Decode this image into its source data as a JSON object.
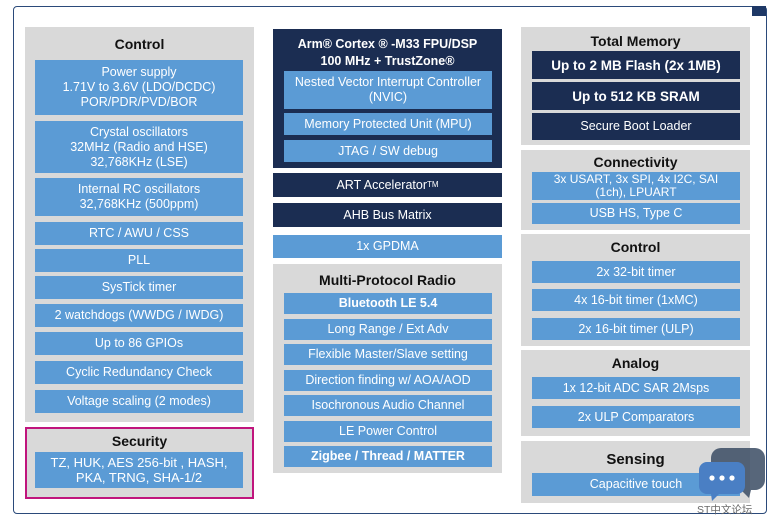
{
  "control_left": {
    "title": "Control",
    "items": [
      "Power supply\n1.71V to 3.6V (LDO/DCDC)\nPOR/PDR/PVD/BOR",
      "Crystal oscillators\n32MHz (Radio and HSE)\n32,768KHz (LSE)",
      "Internal RC oscillators\n32,768KHz (500ppm)",
      "RTC / AWU / CSS",
      "PLL",
      "SysTick timer",
      "2 watchdogs (WWDG / IWDG)",
      "Up to 86 GPIOs",
      "Cyclic Redundancy Check",
      "Voltage scaling (2 modes)"
    ]
  },
  "security": {
    "title": "Security",
    "text": "TZ, HUK, AES 256-bit , HASH,\nPKA, TRNG, SHA-1/2"
  },
  "core": {
    "title_line1": "Arm® Cortex ® -M33 FPU/DSP",
    "title_line2": "100 MHz + TrustZone®",
    "items": [
      "Nested Vector Interrupt Controller\n(NVIC)",
      "Memory Protected Unit (MPU)",
      "JTAG / SW debug"
    ]
  },
  "art": {
    "label": "ART Accelerator",
    "sup": "TM"
  },
  "ahb": {
    "label": "AHB Bus Matrix"
  },
  "gpdma": {
    "label": "1x GPDMA"
  },
  "radio": {
    "title": "Multi-Protocol Radio",
    "items": [
      "Bluetooth LE 5.4",
      "Long Range / Ext Adv",
      "Flexible Master/Slave setting",
      "Direction finding w/ AOA/AOD",
      "Isochronous Audio Channel",
      "LE Power Control",
      "Zigbee / Thread / MATTER"
    ]
  },
  "memory": {
    "title": "Total Memory",
    "items": [
      "Up to 2 MB Flash (2x 1MB)",
      "Up to 512 KB SRAM",
      "Secure Boot Loader"
    ]
  },
  "connectivity": {
    "title": "Connectivity",
    "items": [
      "3x USART, 3x SPI, 4x I2C, SAI\n(1ch), LPUART",
      "USB HS, Type C"
    ]
  },
  "control_right": {
    "title": "Control",
    "items": [
      "2x 32-bit timer",
      "4x 16-bit timer (1xMC)",
      "2x 16-bit timer (ULP)"
    ]
  },
  "analog": {
    "title": "Analog",
    "items": [
      "1x 12-bit ADC SAR 2Msps",
      "2x ULP Comparators"
    ]
  },
  "sensing": {
    "title": "Sensing",
    "items": [
      "Capacitive touch"
    ]
  },
  "watermark": {
    "text": "ST中文论坛",
    "icon": "chat-bubble-icon"
  },
  "colors": {
    "light_block": "#5b9bd5",
    "dark_block": "#1b2d52",
    "panel": "#d9d9d9",
    "security_border": "#c0157d"
  }
}
